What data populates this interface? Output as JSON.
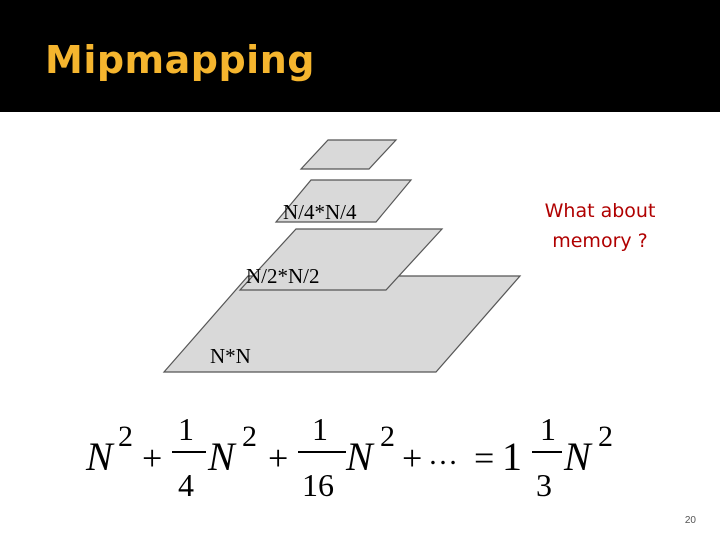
{
  "slide": {
    "title": "Mipmapping",
    "page_number": "20",
    "accent_color": "#f5b52e",
    "question_color": "#b00000"
  },
  "pyramid": {
    "levels": [
      {
        "label": ""
      },
      {
        "label": "N/4*N/4"
      },
      {
        "label": "N/2*N/2"
      },
      {
        "label": "N*N"
      }
    ]
  },
  "question": {
    "line1": "What about",
    "line2": "memory ?"
  },
  "formula": {
    "lhs_N1": "N",
    "lhs_exp1": "2",
    "plus1": "+",
    "frac1_num": "1",
    "frac1_den": "4",
    "lhs_N2": "N",
    "lhs_exp2": "2",
    "plus2": "+",
    "frac2_num": "1",
    "frac2_den": "16",
    "lhs_N3": "N",
    "lhs_exp3": "2",
    "plus3": "+",
    "ellipsis": "…",
    "equals": "=",
    "rhs_whole": "1",
    "frac3_num": "1",
    "frac3_den": "3",
    "rhs_N": "N",
    "rhs_exp": "2"
  }
}
